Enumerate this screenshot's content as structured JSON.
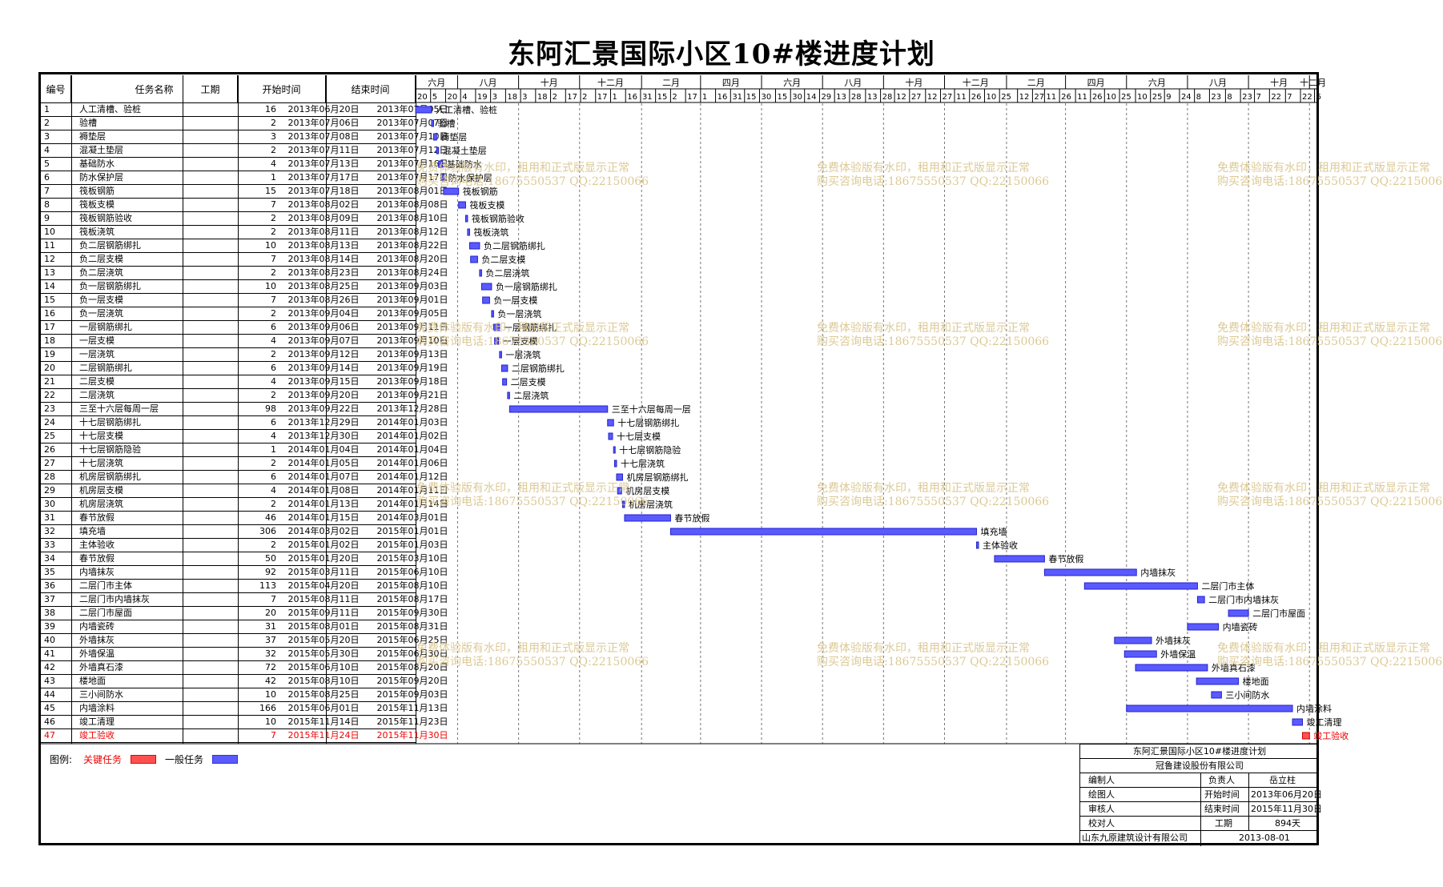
{
  "title": "东阿汇景国际小区10#楼进度计划",
  "headers": {
    "id": "编号",
    "name": "任务名称",
    "duration": "工期",
    "start": "开始时间",
    "end": "结束时间"
  },
  "timescale": {
    "months": [
      "六月",
      "八月",
      "十月",
      "十二月",
      "二月",
      "四月",
      "六月",
      "八月",
      "十月",
      "十二月",
      "二月",
      "四月",
      "六月",
      "八月",
      "十月",
      "十二月"
    ],
    "days": [
      "20",
      "5",
      "20",
      "4",
      "19",
      "3",
      "18",
      "3",
      "18",
      "2",
      "17",
      "2",
      "17",
      "1",
      "16",
      "31",
      "15",
      "2",
      "17",
      "1",
      "16",
      "31",
      "15",
      "30",
      "15",
      "30",
      "14",
      "29",
      "13",
      "28",
      "13",
      "28",
      "12",
      "27",
      "12",
      "27",
      "11",
      "26",
      "10",
      "25",
      "12",
      "27",
      "11",
      "26",
      "11",
      "26",
      "10",
      "25",
      "10",
      "25",
      "9",
      "24",
      "8",
      "23",
      "8",
      "23",
      "7",
      "22",
      "7",
      "22",
      "6"
    ]
  },
  "tasks": [
    {
      "id": "1",
      "name": "人工清槽、验桩",
      "duration": "16",
      "start": "2013年06月20日",
      "end": "2013年07月05日",
      "critical": false
    },
    {
      "id": "2",
      "name": "验槽",
      "duration": "2",
      "start": "2013年07月06日",
      "end": "2013年07月07日",
      "critical": false
    },
    {
      "id": "3",
      "name": "褥垫层",
      "duration": "3",
      "start": "2013年07月08日",
      "end": "2013年07月10日",
      "critical": false
    },
    {
      "id": "4",
      "name": "混凝土垫层",
      "duration": "2",
      "start": "2013年07月11日",
      "end": "2013年07月12日",
      "critical": false
    },
    {
      "id": "5",
      "name": "基础防水",
      "duration": "4",
      "start": "2013年07月13日",
      "end": "2013年07月16日",
      "critical": false
    },
    {
      "id": "6",
      "name": "防水保护层",
      "duration": "1",
      "start": "2013年07月17日",
      "end": "2013年07月17日",
      "critical": false
    },
    {
      "id": "7",
      "name": "筏板钢筋",
      "duration": "15",
      "start": "2013年07月18日",
      "end": "2013年08月01日",
      "critical": false
    },
    {
      "id": "8",
      "name": "筏板支模",
      "duration": "7",
      "start": "2013年08月02日",
      "end": "2013年08月08日",
      "critical": false
    },
    {
      "id": "9",
      "name": "筏板钢筋验收",
      "duration": "2",
      "start": "2013年08月09日",
      "end": "2013年08月10日",
      "critical": false
    },
    {
      "id": "10",
      "name": "筏板浇筑",
      "duration": "2",
      "start": "2013年08月11日",
      "end": "2013年08月12日",
      "critical": false
    },
    {
      "id": "11",
      "name": "负二层钢筋绑扎",
      "duration": "10",
      "start": "2013年08月13日",
      "end": "2013年08月22日",
      "critical": false
    },
    {
      "id": "12",
      "name": "负二层支模",
      "duration": "7",
      "start": "2013年08月14日",
      "end": "2013年08月20日",
      "critical": false
    },
    {
      "id": "13",
      "name": "负二层浇筑",
      "duration": "2",
      "start": "2013年08月23日",
      "end": "2013年08月24日",
      "critical": false
    },
    {
      "id": "14",
      "name": "负一层钢筋绑扎",
      "duration": "10",
      "start": "2013年08月25日",
      "end": "2013年09月03日",
      "critical": false
    },
    {
      "id": "15",
      "name": "负一层支模",
      "duration": "7",
      "start": "2013年08月26日",
      "end": "2013年09月01日",
      "critical": false
    },
    {
      "id": "16",
      "name": "负一层浇筑",
      "duration": "2",
      "start": "2013年09月04日",
      "end": "2013年09月05日",
      "critical": false
    },
    {
      "id": "17",
      "name": "一层钢筋绑扎",
      "duration": "6",
      "start": "2013年09月06日",
      "end": "2013年09月11日",
      "critical": false
    },
    {
      "id": "18",
      "name": "一层支模",
      "duration": "4",
      "start": "2013年09月07日",
      "end": "2013年09月10日",
      "critical": false
    },
    {
      "id": "19",
      "name": "一层浇筑",
      "duration": "2",
      "start": "2013年09月12日",
      "end": "2013年09月13日",
      "critical": false
    },
    {
      "id": "20",
      "name": "二层钢筋绑扎",
      "duration": "6",
      "start": "2013年09月14日",
      "end": "2013年09月19日",
      "critical": false
    },
    {
      "id": "21",
      "name": "二层支模",
      "duration": "4",
      "start": "2013年09月15日",
      "end": "2013年09月18日",
      "critical": false
    },
    {
      "id": "22",
      "name": "二层浇筑",
      "duration": "2",
      "start": "2013年09月20日",
      "end": "2013年09月21日",
      "critical": false
    },
    {
      "id": "23",
      "name": "三至十六层每周一层",
      "duration": "98",
      "start": "2013年09月22日",
      "end": "2013年12月28日",
      "critical": false
    },
    {
      "id": "24",
      "name": "十七层钢筋绑扎",
      "duration": "6",
      "start": "2013年12月29日",
      "end": "2014年01月03日",
      "critical": false
    },
    {
      "id": "25",
      "name": "十七层支模",
      "duration": "4",
      "start": "2013年12月30日",
      "end": "2014年01月02日",
      "critical": false
    },
    {
      "id": "26",
      "name": "十七层钢筋隐验",
      "duration": "1",
      "start": "2014年01月04日",
      "end": "2014年01月04日",
      "critical": false
    },
    {
      "id": "27",
      "name": "十七层浇筑",
      "duration": "2",
      "start": "2014年01月05日",
      "end": "2014年01月06日",
      "critical": false
    },
    {
      "id": "28",
      "name": "机房层钢筋绑扎",
      "duration": "6",
      "start": "2014年01月07日",
      "end": "2014年01月12日",
      "critical": false
    },
    {
      "id": "29",
      "name": "机房层支模",
      "duration": "4",
      "start": "2014年01月08日",
      "end": "2014年01月11日",
      "critical": false
    },
    {
      "id": "30",
      "name": "机房层浇筑",
      "duration": "2",
      "start": "2014年01月13日",
      "end": "2014年01月14日",
      "critical": false
    },
    {
      "id": "31",
      "name": "春节放假",
      "duration": "46",
      "start": "2014年01月15日",
      "end": "2014年03月01日",
      "critical": false
    },
    {
      "id": "32",
      "name": "填充墙",
      "duration": "306",
      "start": "2014年03月02日",
      "end": "2015年01月01日",
      "critical": false
    },
    {
      "id": "33",
      "name": "主体验收",
      "duration": "2",
      "start": "2015年01月02日",
      "end": "2015年01月03日",
      "critical": false
    },
    {
      "id": "34",
      "name": "春节放假",
      "duration": "50",
      "start": "2015年01月20日",
      "end": "2015年03月10日",
      "critical": false
    },
    {
      "id": "35",
      "name": "内墙抹灰",
      "duration": "92",
      "start": "2015年03月11日",
      "end": "2015年06月10日",
      "critical": false
    },
    {
      "id": "36",
      "name": "二层门市主体",
      "duration": "113",
      "start": "2015年04月20日",
      "end": "2015年08月10日",
      "critical": false
    },
    {
      "id": "37",
      "name": "二层门市内墙抹灰",
      "duration": "7",
      "start": "2015年08月11日",
      "end": "2015年08月17日",
      "critical": false
    },
    {
      "id": "38",
      "name": "二层门市屋面",
      "duration": "20",
      "start": "2015年09月11日",
      "end": "2015年09月30日",
      "critical": false
    },
    {
      "id": "39",
      "name": "内墙瓷砖",
      "duration": "31",
      "start": "2015年08月01日",
      "end": "2015年08月31日",
      "critical": false
    },
    {
      "id": "40",
      "name": "外墙抹灰",
      "duration": "37",
      "start": "2015年05月20日",
      "end": "2015年06月25日",
      "critical": false
    },
    {
      "id": "41",
      "name": "外墙保温",
      "duration": "32",
      "start": "2015年05月30日",
      "end": "2015年06月30日",
      "critical": false
    },
    {
      "id": "42",
      "name": "外墙真石漆",
      "duration": "72",
      "start": "2015年06月10日",
      "end": "2015年08月20日",
      "critical": false
    },
    {
      "id": "43",
      "name": "楼地面",
      "duration": "42",
      "start": "2015年08月10日",
      "end": "2015年09月20日",
      "critical": false
    },
    {
      "id": "44",
      "name": "三小间防水",
      "duration": "10",
      "start": "2015年08月25日",
      "end": "2015年09月03日",
      "critical": false
    },
    {
      "id": "45",
      "name": "内墙涂料",
      "duration": "166",
      "start": "2015年06月01日",
      "end": "2015年11月13日",
      "critical": false
    },
    {
      "id": "46",
      "name": "竣工清理",
      "duration": "10",
      "start": "2015年11月14日",
      "end": "2015年11月23日",
      "critical": false
    },
    {
      "id": "47",
      "name": "竣工验收",
      "duration": "7",
      "start": "2015年11月24日",
      "end": "2015年11月30日",
      "critical": true
    }
  ],
  "colors": {
    "normal": "#5a5aff",
    "critical": "#ff5050",
    "watermark": "#d9c48a"
  },
  "legend": {
    "label": "图例:",
    "critical": "关键任务",
    "normal": "一般任务"
  },
  "watermark": {
    "line1": "免费体验版有水印，租用和正式版显示正常",
    "line2": "购买咨询电话:18675550537 QQ:22150066"
  },
  "info": {
    "plan_title": "东阿汇景国际小区10#楼进度计划",
    "company": "冠鲁建设股份有限公司",
    "prepared_by": "编制人",
    "responsible_label": "负责人",
    "responsible": "岳立柱",
    "drawn_by": "绘图人",
    "start_label": "开始时间",
    "start": "2013年06月20日",
    "reviewed_by": "审核人",
    "end_label": "结束时间",
    "end": "2015年11月30日",
    "checked_by": "校对人",
    "duration_label": "工期",
    "duration": "894天",
    "design_company": "山东九原建筑设计有限公司",
    "date": "2013-08-01"
  }
}
